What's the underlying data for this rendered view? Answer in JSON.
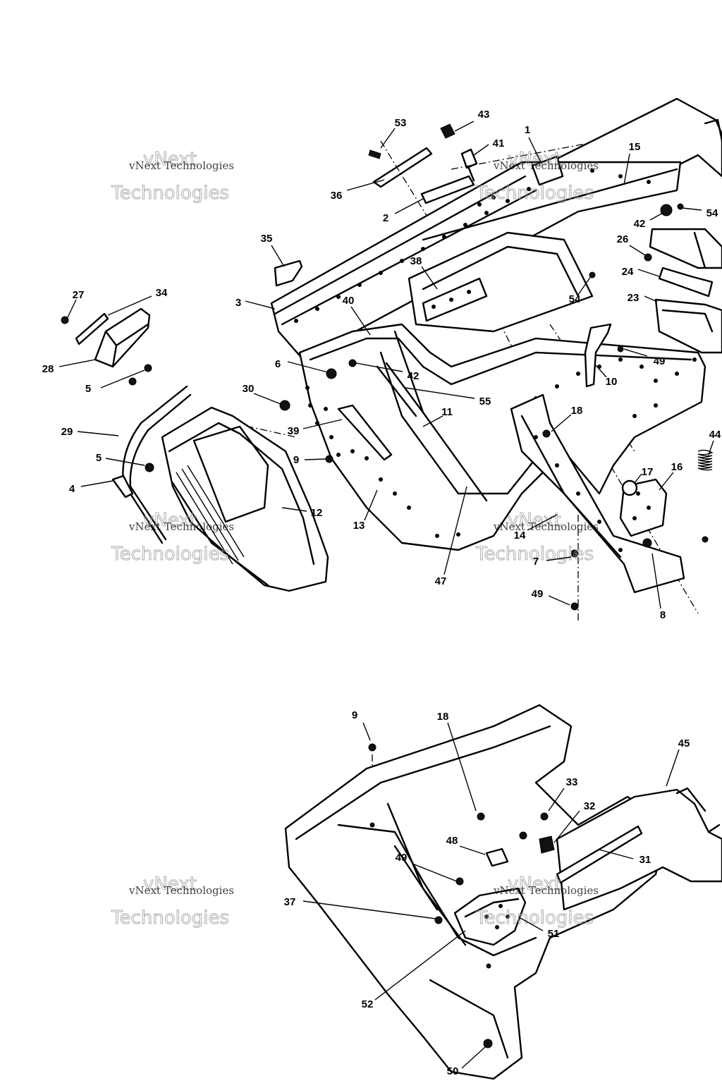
{
  "diagram": {
    "watermark_text": "vNext Technologies",
    "watermark_top_word": "vNext",
    "watermark_bottom_word": "Technologies",
    "upper_labels": [
      "53",
      "43",
      "41",
      "1",
      "15",
      "36",
      "2",
      "54",
      "42",
      "26",
      "35",
      "24",
      "38",
      "23",
      "3",
      "40",
      "54",
      "27",
      "34",
      "49",
      "6",
      "42",
      "10",
      "28",
      "55",
      "5",
      "30",
      "11",
      "18",
      "44",
      "39",
      "29",
      "9",
      "17",
      "16",
      "5",
      "14",
      "12",
      "4",
      "13",
      "7",
      "8",
      "47",
      "49"
    ],
    "lower_labels": [
      "9",
      "18",
      "45",
      "33",
      "32",
      "48",
      "31",
      "49",
      "37",
      "51",
      "52",
      "50"
    ]
  }
}
